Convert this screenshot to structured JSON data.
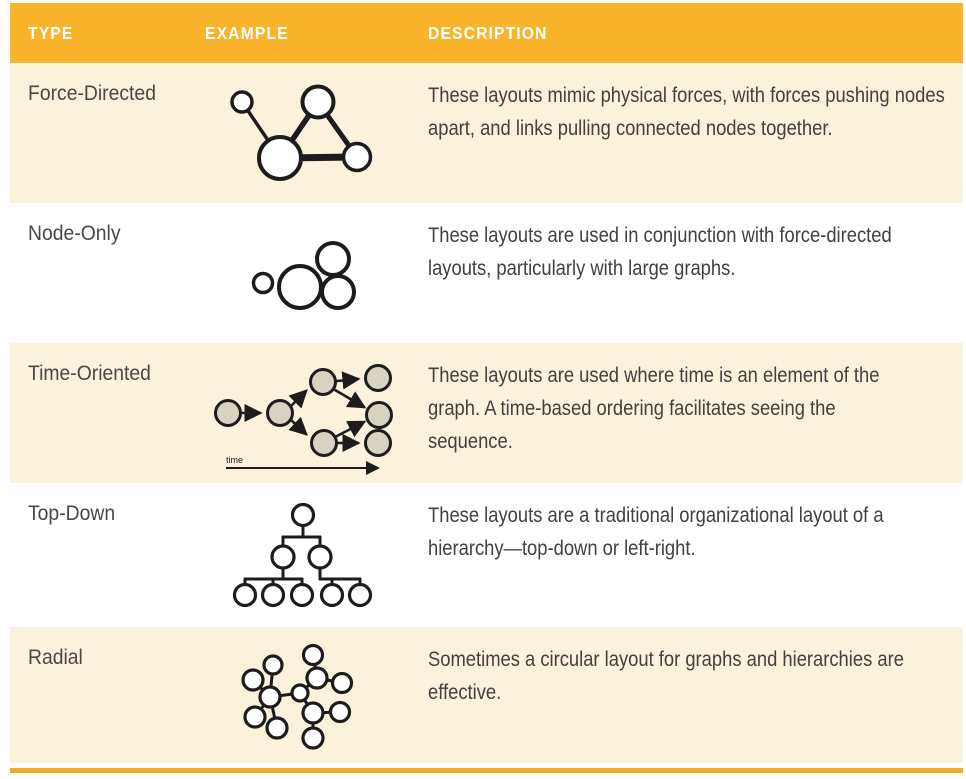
{
  "table": {
    "columns": [
      {
        "label": "TYPE"
      },
      {
        "label": "EXAMPLE"
      },
      {
        "label": "DESCRIPTION"
      }
    ],
    "rows": [
      {
        "type": "Force-Directed",
        "example": "force-directed-network-sketch",
        "description": "These layouts mimic physical forces, with forces pushing nodes apart, and links pulling connected nodes together."
      },
      {
        "type": "Node-Only",
        "example": "node-only-cluster-sketch",
        "description": "These layouts are used in conjunction with force-directed layouts, particularly with large graphs."
      },
      {
        "type": "Time-Oriented",
        "example": "time-oriented-dag-sketch",
        "example_axis_label": "time",
        "description": "These layouts are used where time is an element of the graph. A time-based ordering facilitates seeing the sequence."
      },
      {
        "type": "Top-Down",
        "example": "top-down-hierarchy-sketch",
        "description": "These layouts are a traditional organizational layout of a hierarchy—top-down or left-right."
      },
      {
        "type": "Radial",
        "example": "radial-network-sketch",
        "description": "Sometimes a circular layout for graphs and hierarchies are effective."
      }
    ]
  },
  "colors": {
    "header_bg": "#F9B42C",
    "row_alt_bg": "#FBF2DC",
    "row_bg": "#FFFFFF",
    "accent_bar": "#F3AC27",
    "header_text": "#FFFFFF",
    "body_text": "#43413C",
    "sketch_stroke": "#1C1C1C",
    "timeline_node_fill": "#D8D2C0"
  }
}
